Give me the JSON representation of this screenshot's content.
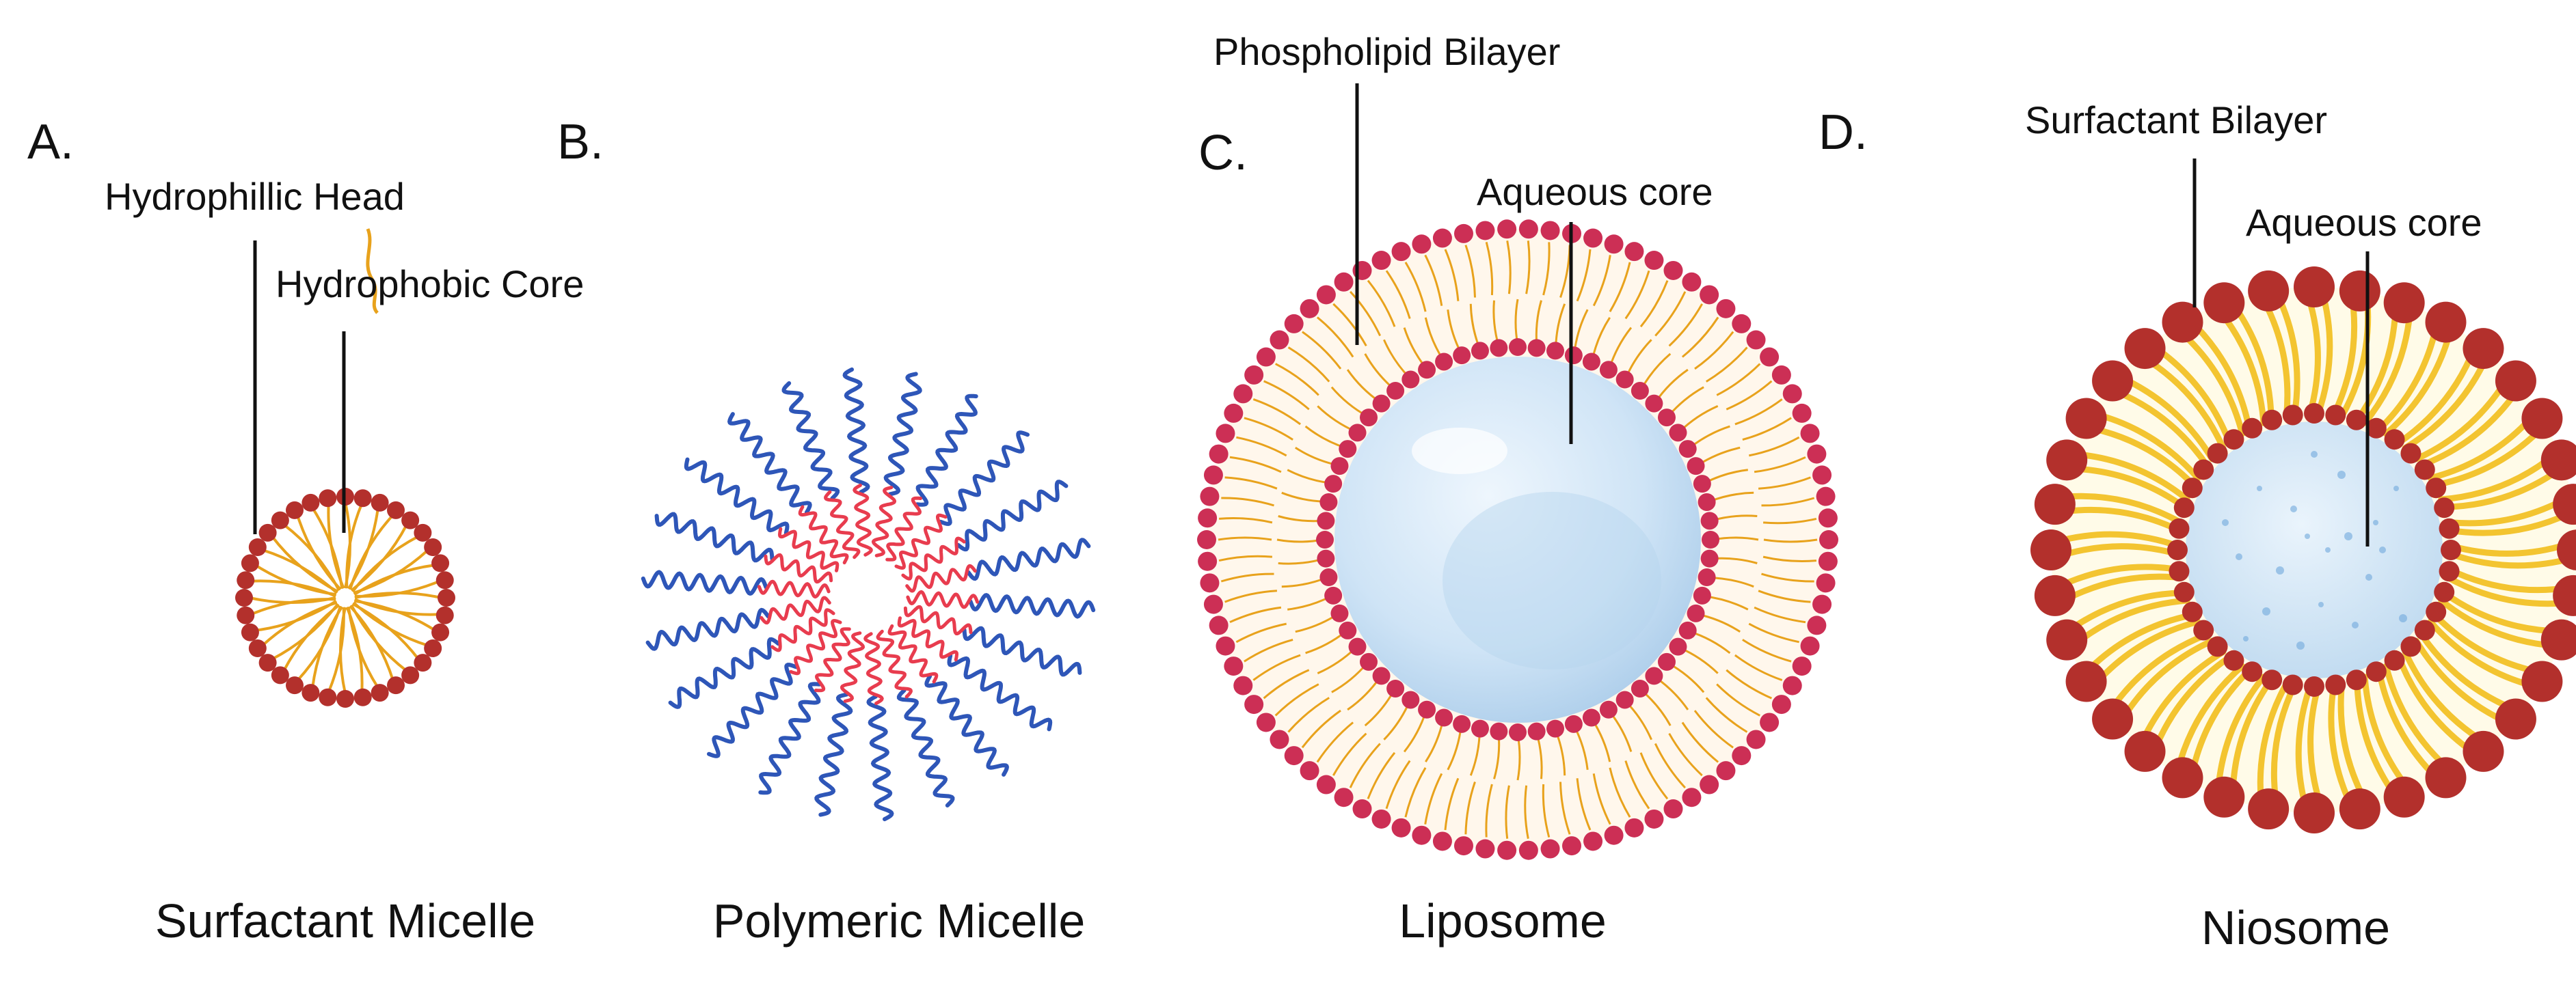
{
  "colors": {
    "head_red": "#b3302c",
    "lipo_head": "#cc2f55",
    "tail_gold": "#e8a21c",
    "niosome_tail": "#f3c430",
    "poly_blue": "#2e56b8",
    "poly_red": "#e83c4e",
    "aqueous": "#cfe4f6",
    "aqueous_edge": "#a9cbe9",
    "leader": "#111111"
  },
  "panels": {
    "a": {
      "letter": "A.",
      "callouts": {
        "head": "Hydrophillic Head",
        "core": "Hydrophobic Core"
      },
      "caption": "Surfactant Micelle"
    },
    "b": {
      "letter": "B.",
      "caption": "Polymeric  Micelle"
    },
    "c": {
      "letter": "C.",
      "callouts": {
        "bilayer": "Phospholipid Bilayer",
        "core": "Aqueous core"
      },
      "caption": "Liposome"
    },
    "d": {
      "letter": "D.",
      "callouts": {
        "bilayer": "Surfactant Bilayer",
        "core": "Aqueous core"
      },
      "caption": "Niosome"
    }
  }
}
